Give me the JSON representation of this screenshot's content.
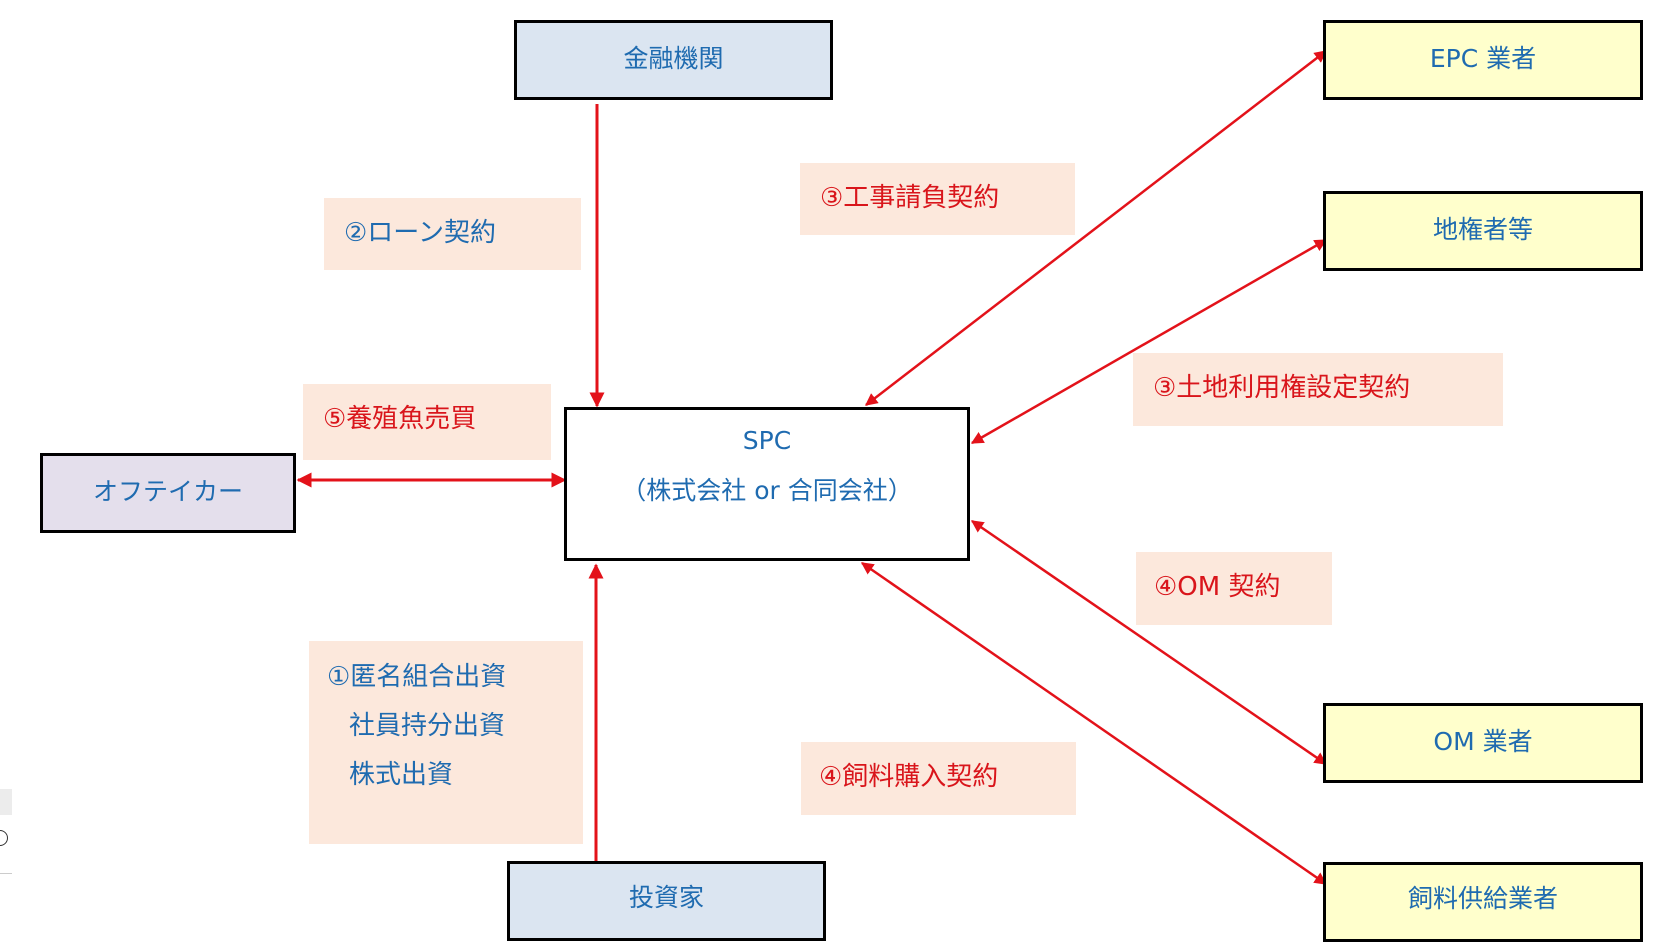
{
  "diagram": {
    "colors": {
      "arrow": "#e3121a",
      "node_text": "#1f6bb0",
      "label_red": "#d9151b",
      "label_bg": "#fce8dc",
      "node_blue": "#dbe5f1",
      "node_yellow": "#ffffcc",
      "node_lavender": "#e4dfec"
    },
    "nodes": {
      "bank": "金融機関",
      "epc": "EPC 業者",
      "landowner": "地権者等",
      "spc_title": "SPC",
      "spc_subtitle": "（株式会社 or 合同会社）",
      "offtaker": "オフテイカー",
      "om": "OM 業者",
      "feed_supplier": "飼料供給業者",
      "investor": "投資家"
    },
    "labels": {
      "loan": "②ローン契約",
      "construction": "③工事請負契約",
      "land_use": "③土地利用権設定契約",
      "fish_sale": "⑤養殖魚売買",
      "om_contract": "④OM 契約",
      "feed_purchase": "④飼料購入契約",
      "investment_lines": [
        "①匿名組合出資",
        "社員持分出資",
        "株式出資"
      ]
    },
    "edges": [
      {
        "from": "bank",
        "to": "spc",
        "label": "loan",
        "direction": "to-spc"
      },
      {
        "from": "spc",
        "to": "epc",
        "label": "construction",
        "direction": "both"
      },
      {
        "from": "spc",
        "to": "landowner",
        "label": "land_use",
        "direction": "both"
      },
      {
        "from": "spc",
        "to": "offtaker",
        "label": "fish_sale",
        "direction": "both"
      },
      {
        "from": "spc",
        "to": "om",
        "label": "om_contract",
        "direction": "both"
      },
      {
        "from": "spc",
        "to": "feed_supplier",
        "label": "feed_purchase",
        "direction": "both"
      },
      {
        "from": "investor",
        "to": "spc",
        "label": "investment",
        "direction": "to-spc"
      }
    ]
  }
}
